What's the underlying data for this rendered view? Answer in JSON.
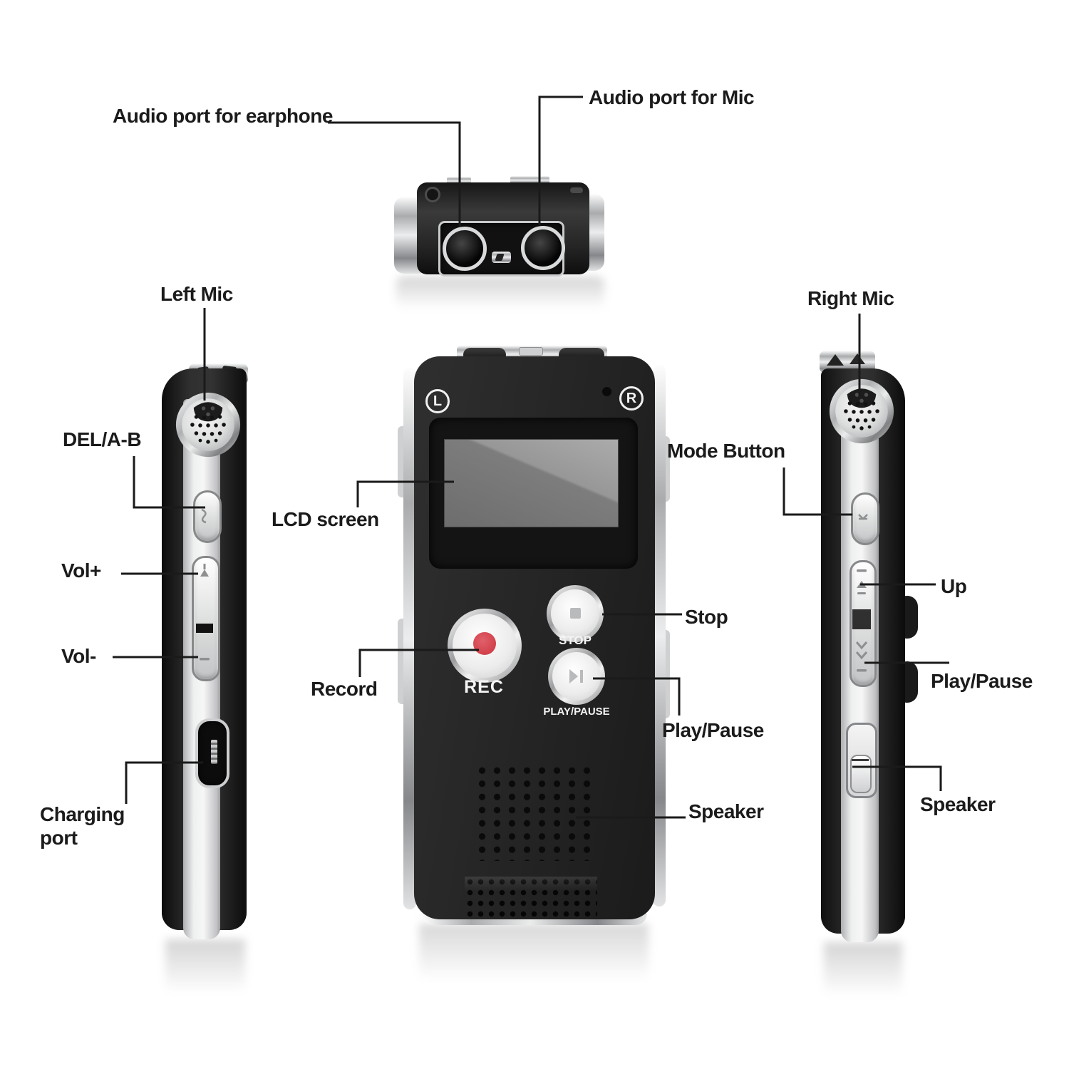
{
  "page": {
    "background": "#ffffff"
  },
  "style": {
    "label_color": "#1b1b1b",
    "callout_line_color": "#1a1a1a",
    "record_dot_color": "#d84a52",
    "device_body_color": "#232323",
    "chrome_light": "#f2f3f4",
    "chrome_dark": "#8d8e90",
    "lcd_gray": "#8f8f8f"
  },
  "labels": {
    "earphone_port": "Audio port for earphone",
    "mic_port": "Audio port for Mic",
    "left_mic": "Left Mic",
    "right_mic": "Right Mic",
    "del_ab": "DEL/A-B",
    "vol_plus": "Vol+",
    "vol_minus": "Vol-",
    "charging_port": "Charging port",
    "lcd_screen": "LCD screen",
    "record": "Record",
    "mode_button": "Mode Button",
    "stop": "Stop",
    "play_pause_front": "Play/Pause",
    "speaker_front": "Speaker",
    "up": "Up",
    "play_pause_side": "Play/Pause",
    "speaker_side": "Speaker"
  },
  "device_text": {
    "rec_button": "REC",
    "stop_button": "STOP",
    "play_pause_button": "PLAY/PAUSE",
    "left_channel_badge": "L",
    "right_channel_badge": "R"
  },
  "callouts": [
    {
      "label": "Audio port for earphone",
      "points_to": "earphone-jack-top-view"
    },
    {
      "label": "Audio port for Mic",
      "points_to": "mic-jack-top-view"
    },
    {
      "label": "Left Mic",
      "points_to": "left-mic-capsule"
    },
    {
      "label": "Right Mic",
      "points_to": "right-mic-capsule"
    },
    {
      "label": "DEL/A-B",
      "points_to": "del-ab-button-left-side"
    },
    {
      "label": "Vol+",
      "points_to": "volume-up-rocker-left-side"
    },
    {
      "label": "Vol-",
      "points_to": "volume-down-rocker-left-side"
    },
    {
      "label": "Charging port",
      "points_to": "usb-charging-port-left-side"
    },
    {
      "label": "LCD screen",
      "points_to": "lcd-screen-front"
    },
    {
      "label": "Record",
      "points_to": "rec-button-front"
    },
    {
      "label": "Stop",
      "points_to": "stop-button-front"
    },
    {
      "label": "Play/Pause",
      "points_to": "play-pause-button-front"
    },
    {
      "label": "Speaker",
      "points_to": "speaker-grille-front"
    },
    {
      "label": "Mode Button",
      "points_to": "mode-button-right-side"
    },
    {
      "label": "Up",
      "points_to": "up-rocker-right-side"
    },
    {
      "label": "Play/Pause",
      "points_to": "down-rocker-right-side"
    },
    {
      "label": "Speaker",
      "points_to": "speaker-switch-right-side"
    }
  ]
}
